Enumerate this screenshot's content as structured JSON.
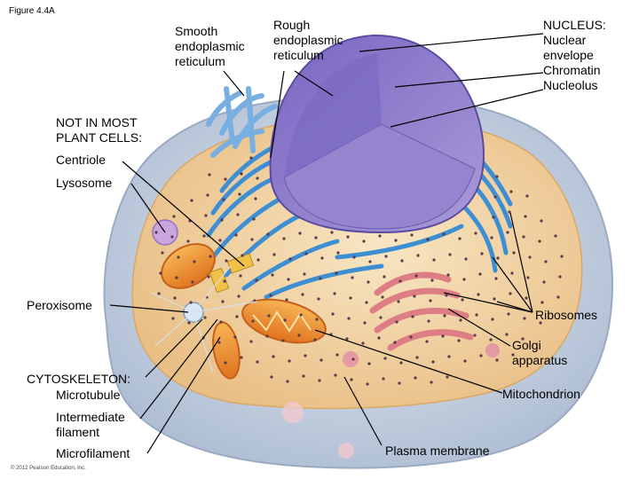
{
  "figure_label": "Figure 4.4A",
  "copyright": "© 2012 Pearson Education, Inc.",
  "labels": {
    "smooth_er": [
      "Smooth",
      "endoplasmic",
      "reticulum"
    ],
    "rough_er": [
      "Rough",
      "endoplasmic",
      "reticulum"
    ],
    "nucleus_heading": "NUCLEUS:",
    "nucleus_items": [
      "Nuclear",
      "envelope",
      "Chromatin",
      "Nucleolus"
    ],
    "not_in_plant": [
      "NOT IN MOST",
      "PLANT CELLS:"
    ],
    "centriole": "Centriole",
    "lysosome": "Lysosome",
    "peroxisome": "Peroxisome",
    "ribosomes": "Ribosomes",
    "golgi": [
      "Golgi",
      "apparatus"
    ],
    "cytoskeleton_heading": "CYTOSKELETON:",
    "cytoskeleton_items": [
      "Microtubule",
      "Intermediate",
      "filament",
      "Microfilament"
    ],
    "mitochondrion": "Mitochondrion",
    "plasma_membrane": "Plasma membrane"
  },
  "colors": {
    "membrane": "#c9d4e4",
    "cytoplasm": "#f2d6a6",
    "nucleus": "#8d7cc8",
    "rough_er": "#4a9ad8",
    "smooth_er": "#7fb2e0",
    "golgi": "#e08a8a",
    "mitochondrion": "#f0a24a",
    "ribosome": "#5a3a4a"
  }
}
